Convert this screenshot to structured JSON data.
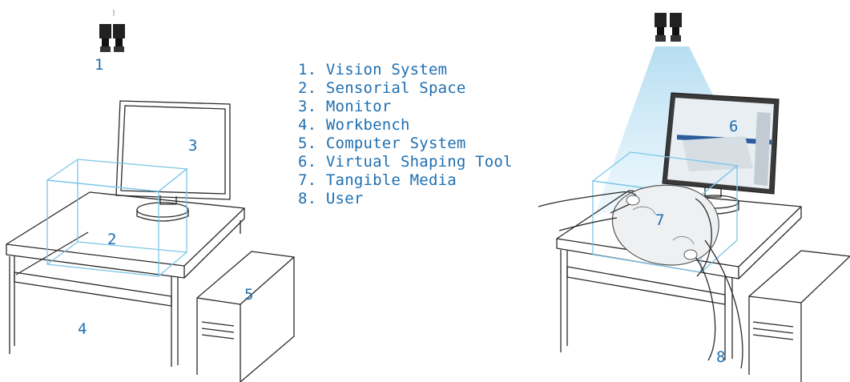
{
  "legend": {
    "items": [
      "1. Vision System",
      "2. Sensorial Space",
      "3. Monitor",
      "4. Workbench",
      "5. Computer System",
      "6. Virtual Shaping Tool",
      "7. Tangible Media",
      "8. User"
    ]
  },
  "callouts": {
    "vision_system": "1",
    "sensorial_space": "2",
    "monitor": "3",
    "workbench": "4",
    "computer_system": "5",
    "virtual_shaping_tool": "6",
    "tangible_media": "7",
    "user": "8"
  },
  "colors": {
    "label": "#1f6fb0",
    "cube_edge": "#7cc6e8",
    "beam": "#bfe3f4",
    "line_art": "#2a2a2a"
  }
}
